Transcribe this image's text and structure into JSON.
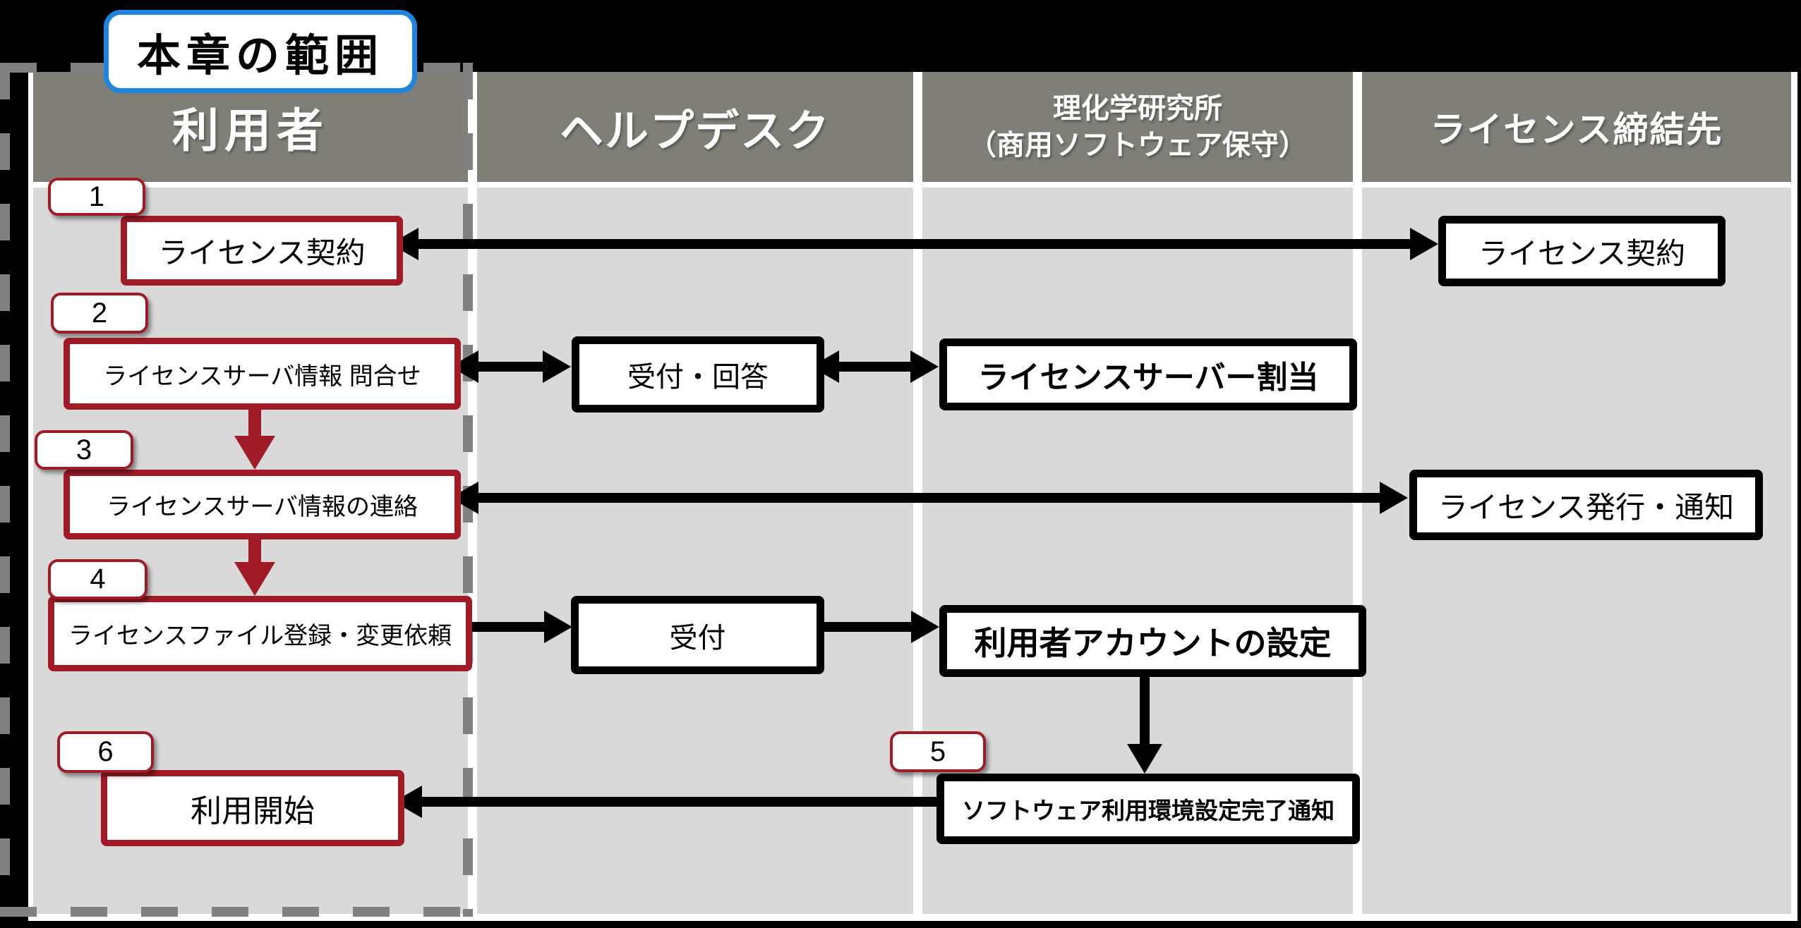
{
  "scope_label": "本章の範囲",
  "header": {
    "lanes": [
      {
        "label": "利用者"
      },
      {
        "label": "ヘルプデスク"
      },
      {
        "label": "理化学研究所",
        "label2": "（商用ソフトウェア保守）"
      },
      {
        "label": "ライセンス締結先"
      }
    ]
  },
  "badges": {
    "step1": "1",
    "step2": "2",
    "step3": "3",
    "step4": "4",
    "step5": "5",
    "step6": "6"
  },
  "nodes": {
    "user_license_contract": "ライセンス契約",
    "vendor_license_contract": "ライセンス契約",
    "server_info_inquiry": "ライセンスサーバ情報 問合せ",
    "helpdesk_reception_answer": "受付・回答",
    "license_server_assignment": "ライセンスサーバー割当",
    "server_info_notice": "ライセンスサーバ情報の連絡",
    "license_issue_notice": "ライセンス発行・通知",
    "license_file_request": "ライセンスファイル登録・変更依頼",
    "helpdesk_reception": "受付",
    "user_account_setup": "利用者アカウントの設定",
    "env_setup_complete_notice": "ソフトウェア利用環境設定完了通知",
    "start_of_use": "利用開始"
  },
  "colors": {
    "accent_red": "#a01b26",
    "header_gray": "#7f7f78",
    "lane_gray": "#d9d9d9",
    "dash_gray": "#808080",
    "scope_border_blue": "#1d84e0",
    "arrow_black": "#000000",
    "background": "#000000"
  }
}
